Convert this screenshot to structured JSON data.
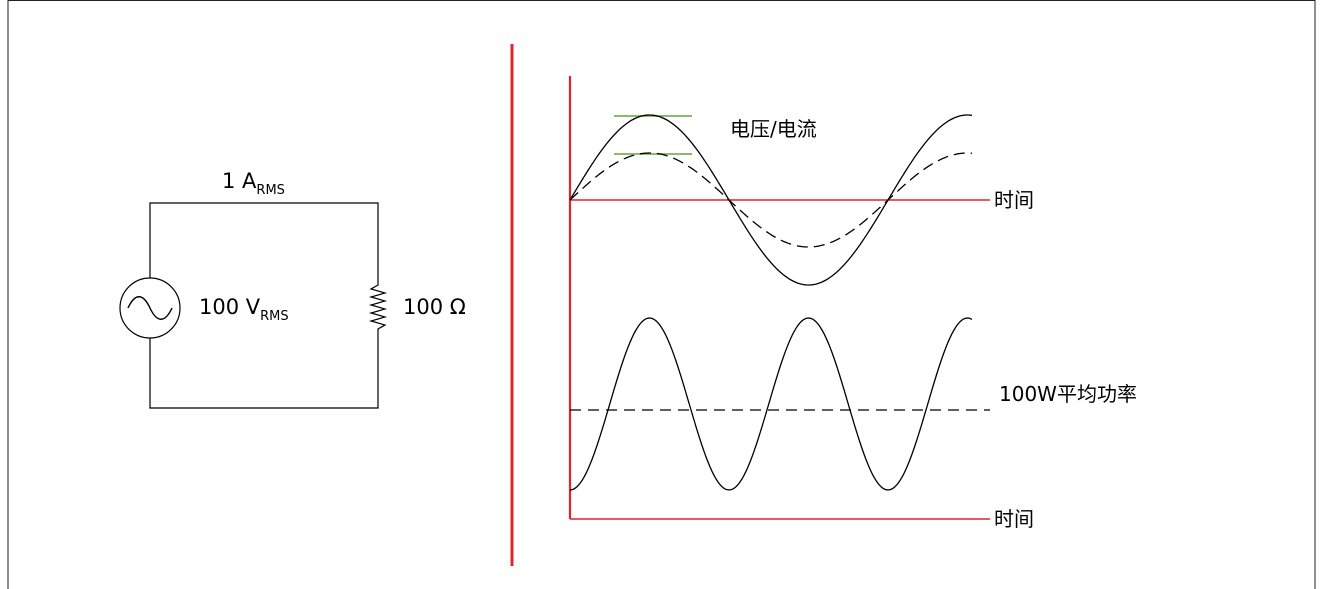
{
  "circuit": {
    "current_label": {
      "main": "1 A",
      "sub": "RMS"
    },
    "source_label": {
      "main": "100 V",
      "sub": "RMS"
    },
    "resistor_label": "100 Ω"
  },
  "waveforms": {
    "upper_label": "电压/电流",
    "upper_axis_label": "时间",
    "power_avg_label": "100W平均功率",
    "lower_axis_label": "时间"
  },
  "colors": {
    "divider": "#e0242c",
    "axis": "#e0242c",
    "peak_markers": "#77b255",
    "traces": "#000000"
  }
}
